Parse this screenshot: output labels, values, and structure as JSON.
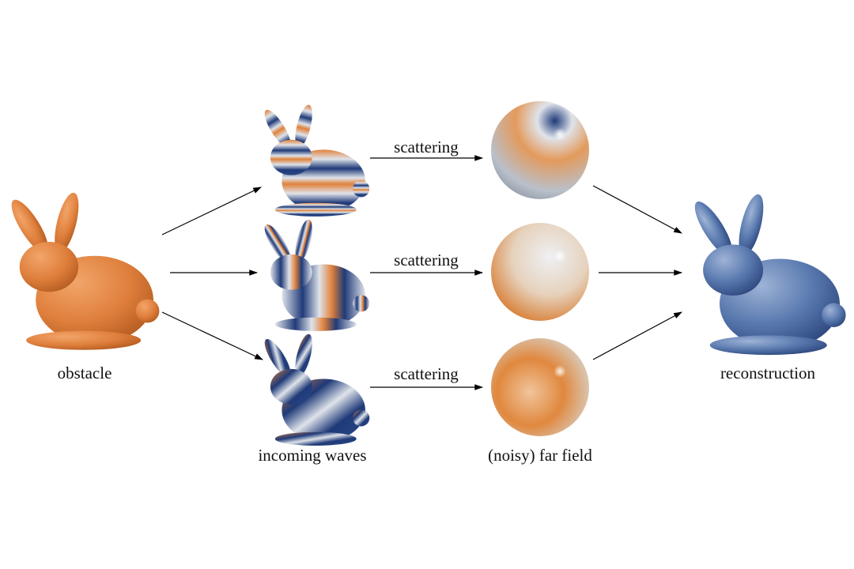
{
  "labels": {
    "obstacle": "obstacle",
    "incoming": "incoming waves",
    "farfield": "(noisy) far field",
    "reconstruction": "reconstruction",
    "scattering": [
      "scattering",
      "scattering",
      "scattering"
    ]
  },
  "colors": {
    "orange": "#e0813a",
    "navy": "#1f3a78",
    "white": "#e8ebef",
    "recon": "#5b7bb0",
    "arrow": "#000000"
  }
}
